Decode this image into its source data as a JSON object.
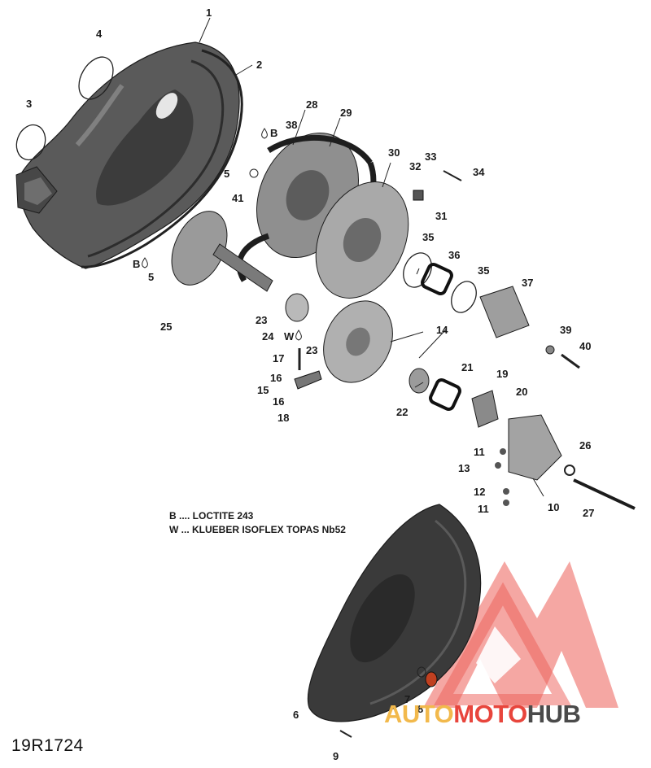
{
  "diagram": {
    "code": "19R1724",
    "callouts": [
      "1",
      "2",
      "3",
      "4",
      "5",
      "5",
      "6",
      "7",
      "8",
      "9",
      "10",
      "11",
      "11",
      "12",
      "13",
      "14",
      "15",
      "16",
      "16",
      "17",
      "18",
      "19",
      "20",
      "21",
      "22",
      "23",
      "23",
      "24",
      "25",
      "26",
      "27",
      "28",
      "29",
      "30",
      "31",
      "32",
      "33",
      "34",
      "35",
      "35",
      "36",
      "37",
      "38",
      "39",
      "40",
      "41"
    ],
    "symbols": [
      "B",
      "B",
      "W"
    ],
    "legend": [
      "B .... LOCTITE 243",
      "W ... KLUEBER ISOFLEX TOPAS Nb52"
    ]
  },
  "watermark": {
    "part1": "AUTO",
    "part2": "MOTO",
    "part3": "HUB",
    "colors": {
      "auto": "#f2b94c",
      "moto": "#e8453c",
      "hub": "#4a4a4a",
      "logo": "#e9413a"
    }
  }
}
